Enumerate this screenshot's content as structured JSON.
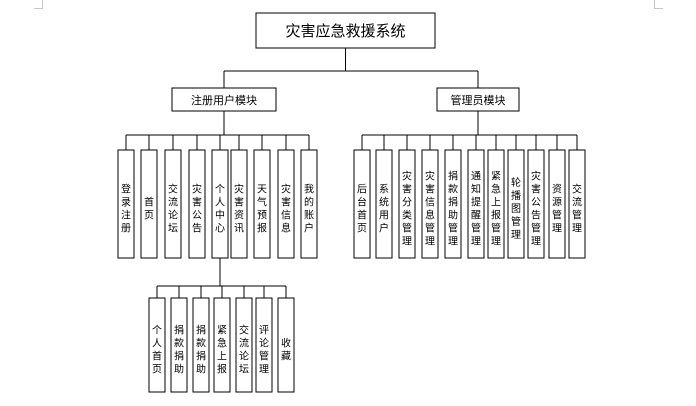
{
  "root": {
    "label": "灾害应急救援系统"
  },
  "groups": [
    {
      "label": "注册用户模块",
      "children": [
        "登录注册",
        "首页",
        "交流论坛",
        "灾害公告",
        "个人中心",
        "灾害资讯",
        "天气预报",
        "灾害信息",
        "我的账户"
      ]
    },
    {
      "label": "管理员模块",
      "children": [
        "后台首页",
        "系统用户",
        "灾害分类管理",
        "灾害信息管理",
        "捐款捐助管理",
        "通知提醒管理",
        "紧急上报管理",
        "轮播图管理",
        "灾害公告管理",
        "资源管理",
        "交流管理"
      ]
    }
  ],
  "sub_children": [
    "个人首页",
    "捐款捐助",
    "捐款捐助",
    "紧急上报",
    "交流论坛",
    "评论管理",
    "收藏"
  ]
}
